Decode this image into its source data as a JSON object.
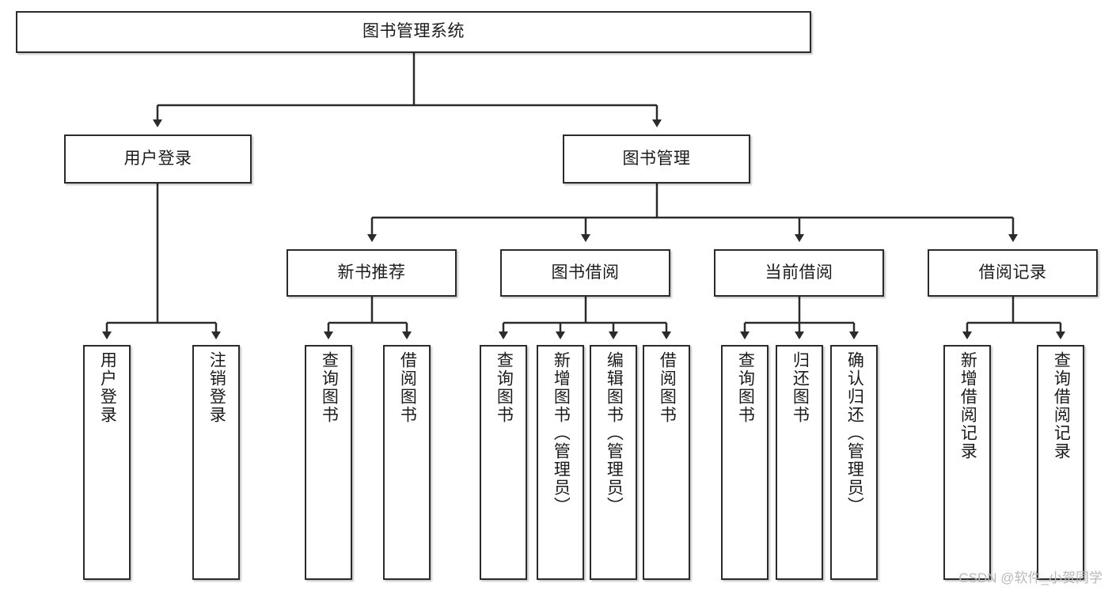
{
  "diagram": {
    "title": "图书管理系统",
    "type": "tree-hierarchy-chart",
    "colors": {
      "box_border": "#2b2b2b",
      "box_fill": "#ffffff",
      "edge": "#2b2b2b",
      "text": "#1b1b1b",
      "watermark": "#b9b9b9"
    },
    "root": {
      "label": "图书管理系统"
    },
    "level2": [
      {
        "label": "用户登录"
      },
      {
        "label": "图书管理"
      }
    ],
    "level3": [
      {
        "label": "新书推荐"
      },
      {
        "label": "图书借阅"
      },
      {
        "label": "当前借阅"
      },
      {
        "label": "借阅记录"
      }
    ],
    "leaves": {
      "user_login": [
        {
          "label": "用户登录"
        },
        {
          "label": "注销登录"
        }
      ],
      "new_book_recommend": [
        {
          "label": "查询图书"
        },
        {
          "label": "借阅图书"
        }
      ],
      "book_borrow": [
        {
          "label": "查询图书"
        },
        {
          "label": "新增图书（管理员）"
        },
        {
          "label": "编辑图书（管理员）"
        },
        {
          "label": "借阅图书"
        }
      ],
      "current_borrow": [
        {
          "label": "查询图书"
        },
        {
          "label": "归还图书"
        },
        {
          "label": "确认归还（管理员）"
        }
      ],
      "borrow_record": [
        {
          "label": "新增借阅记录"
        },
        {
          "label": "查询借阅记录"
        }
      ]
    },
    "watermark": "CSDN @软件_小贺同学"
  }
}
